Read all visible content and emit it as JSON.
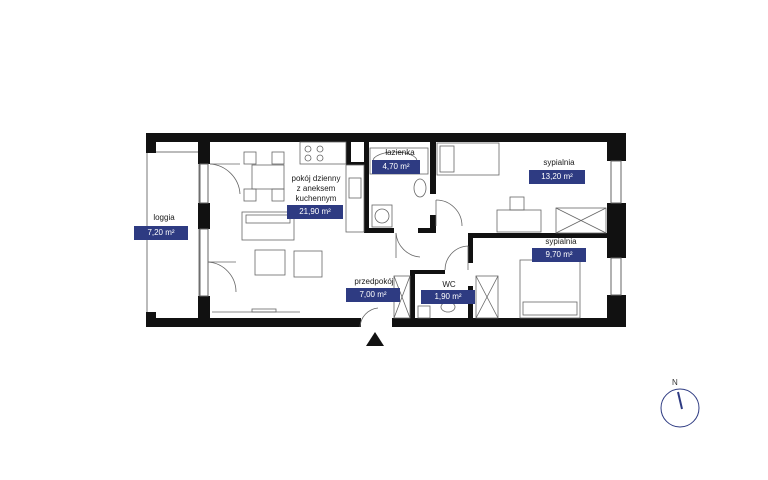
{
  "rooms": [
    {
      "id": "loggia",
      "name": "loggia",
      "area": "7,20 m²"
    },
    {
      "id": "living",
      "name": "pokój dzienny z aneksem kuchennym",
      "area": "21,90 m²"
    },
    {
      "id": "bathroom",
      "name": "łazienka",
      "area": "4,70 m²"
    },
    {
      "id": "bedroom1",
      "name": "sypialnia",
      "area": "13,20 m²"
    },
    {
      "id": "bedroom2",
      "name": "sypialnia",
      "area": "9,70 m²"
    },
    {
      "id": "hall",
      "name": "przedpokój",
      "area": "7,00 m²"
    },
    {
      "id": "wc",
      "name": "WC",
      "area": "1,90 m²"
    }
  ],
  "living_label_lines": [
    "pokój dzienny",
    "z aneksem",
    "kuchennym"
  ],
  "compass": {
    "label": "N"
  },
  "colors": {
    "wall": "#111111",
    "badge": "#2e3b82",
    "line": "#555555"
  }
}
